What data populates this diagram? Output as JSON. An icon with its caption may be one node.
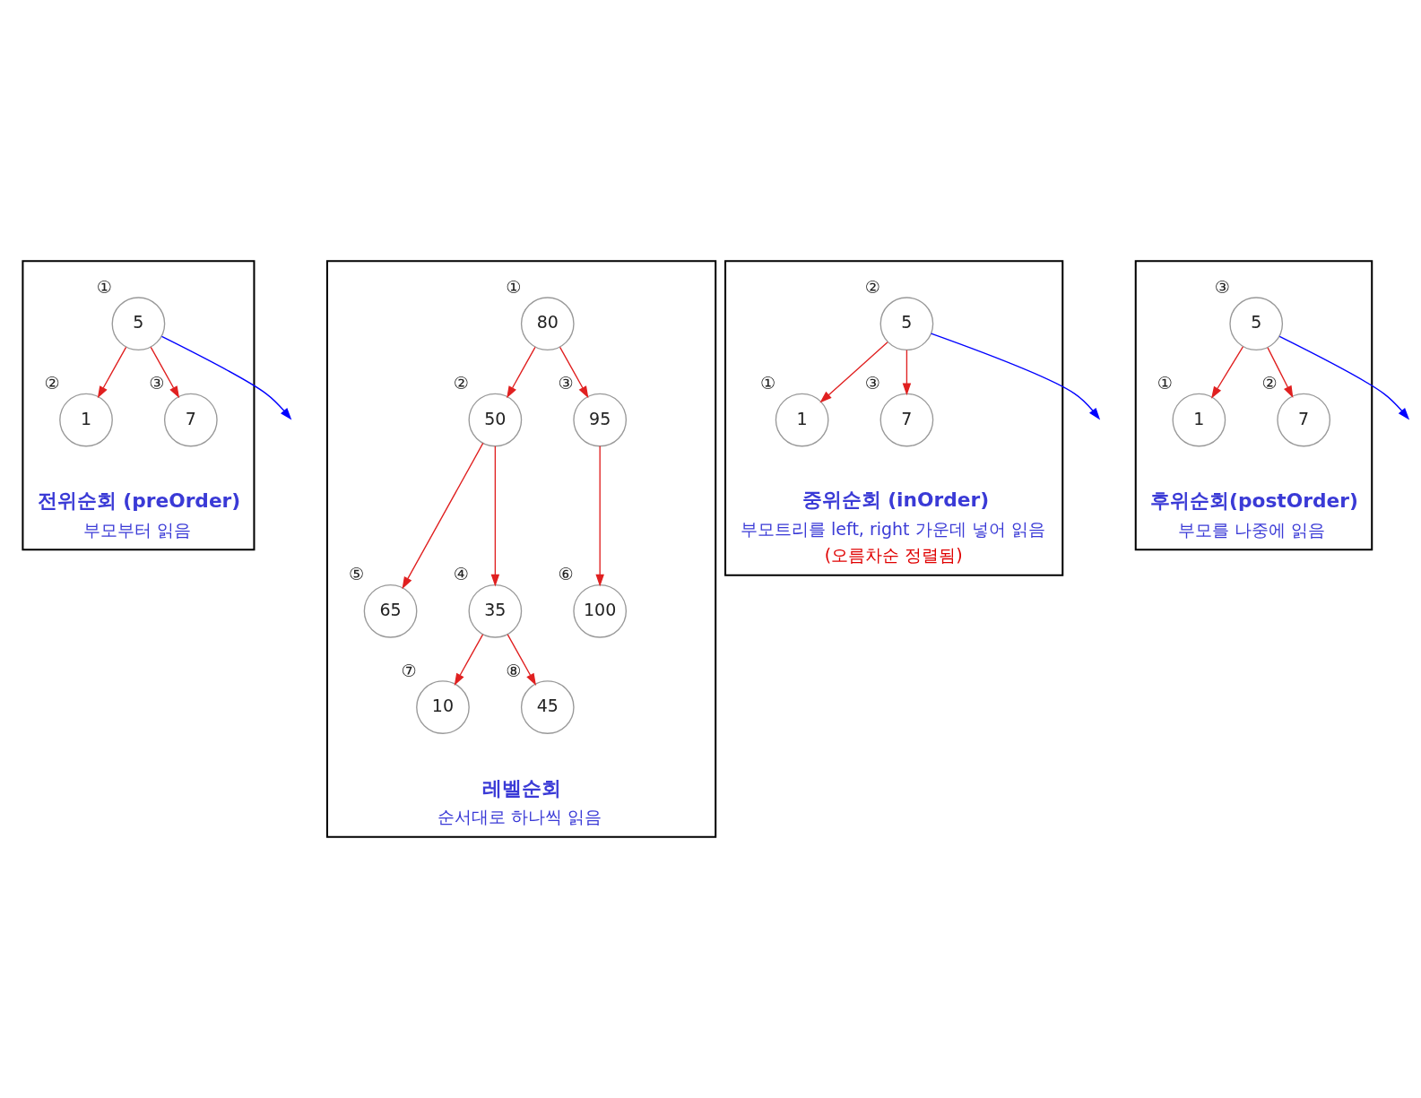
{
  "diagram": {
    "nodes": [
      {
        "text": [
          "전위순회 (preOrder)",
          "부모부터 읽음"
        ]
      },
      {
        "text": [
          "5"
        ],
        "in": 0,
        "beside": [
          "①"
        ]
      },
      {
        "text": [
          "1"
        ],
        "in": 0,
        "beside": [
          "②"
        ]
      },
      {
        "text": [
          "7"
        ],
        "in": 0,
        "beside": [
          "③"
        ]
      },
      {
        "text": [
          "중위순회 (inOrder)",
          "부모트리를 left, right 가운데 넣어 읽음",
          "(오름차순 정렬됨)"
        ]
      },
      {
        "text": [
          "5"
        ],
        "in": 4,
        "beside": [
          "②"
        ]
      },
      {
        "text": [
          "1"
        ],
        "in": 4,
        "beside": [
          "①"
        ]
      },
      {
        "text": [
          "7"
        ],
        "in": 4,
        "beside": [
          "③"
        ]
      },
      {
        "text": [
          "후위순회(postOrder)",
          "부모를 나중에 읽음"
        ]
      },
      {
        "text": [
          "5"
        ],
        "in": 8,
        "beside": [
          "③"
        ]
      },
      {
        "text": [
          "1"
        ],
        "in": 8,
        "beside": [
          "①"
        ]
      },
      {
        "text": [
          "7"
        ],
        "in": 8,
        "beside": [
          "②"
        ]
      },
      {
        "text": [
          "레벨순회",
          "순서대로 하나씩 읽음"
        ]
      },
      {
        "text": [
          "80"
        ],
        "in": 12,
        "beside": [
          "①"
        ]
      },
      {
        "text": [
          "50"
        ],
        "in": 12,
        "beside": [
          "②"
        ]
      },
      {
        "text": [
          "95"
        ],
        "in": 12,
        "beside": [
          "③"
        ]
      },
      {
        "text": [
          "35"
        ],
        "in": 12,
        "beside": [
          "④"
        ]
      },
      {
        "text": [
          "65"
        ],
        "in": 12,
        "beside": [
          "⑤"
        ]
      },
      {
        "text": [
          "100"
        ],
        "in": 12,
        "beside": [
          "⑥"
        ]
      },
      {
        "text": [
          "10"
        ],
        "in": 12,
        "beside": [
          "⑦"
        ]
      },
      {
        "text": [
          "45"
        ],
        "in": 12,
        "beside": [
          "⑧"
        ]
      }
    ],
    "edges": [
      {
        "from": 1,
        "to": 2,
        "arrow": "to"
      },
      {
        "from": 1,
        "to": 3,
        "arrow": "to"
      },
      {
        "from": 1,
        "to": null,
        "arrow": "to",
        "color": "#0000ff"
      },
      {
        "from": 5,
        "to": 6,
        "arrow": "to"
      },
      {
        "from": 5,
        "to": 7,
        "arrow": "to"
      },
      {
        "from": 5,
        "to": null,
        "arrow": "to",
        "color": "#0000ff"
      },
      {
        "from": 9,
        "to": 10,
        "arrow": "to"
      },
      {
        "from": 9,
        "to": 11,
        "arrow": "to"
      },
      {
        "from": 9,
        "to": null,
        "arrow": "to",
        "color": "#0000ff"
      },
      {
        "from": 13,
        "to": 14,
        "arrow": "to"
      },
      {
        "from": 13,
        "to": 15,
        "arrow": "to"
      },
      {
        "from": 14,
        "to": 16,
        "arrow": "to"
      },
      {
        "from": 14,
        "to": 17,
        "arrow": "to"
      },
      {
        "from": 15,
        "to": 18,
        "arrow": "to"
      },
      {
        "from": 16,
        "to": 19,
        "arrow": "to"
      },
      {
        "from": 16,
        "to": 20,
        "arrow": "to"
      }
    ]
  }
}
